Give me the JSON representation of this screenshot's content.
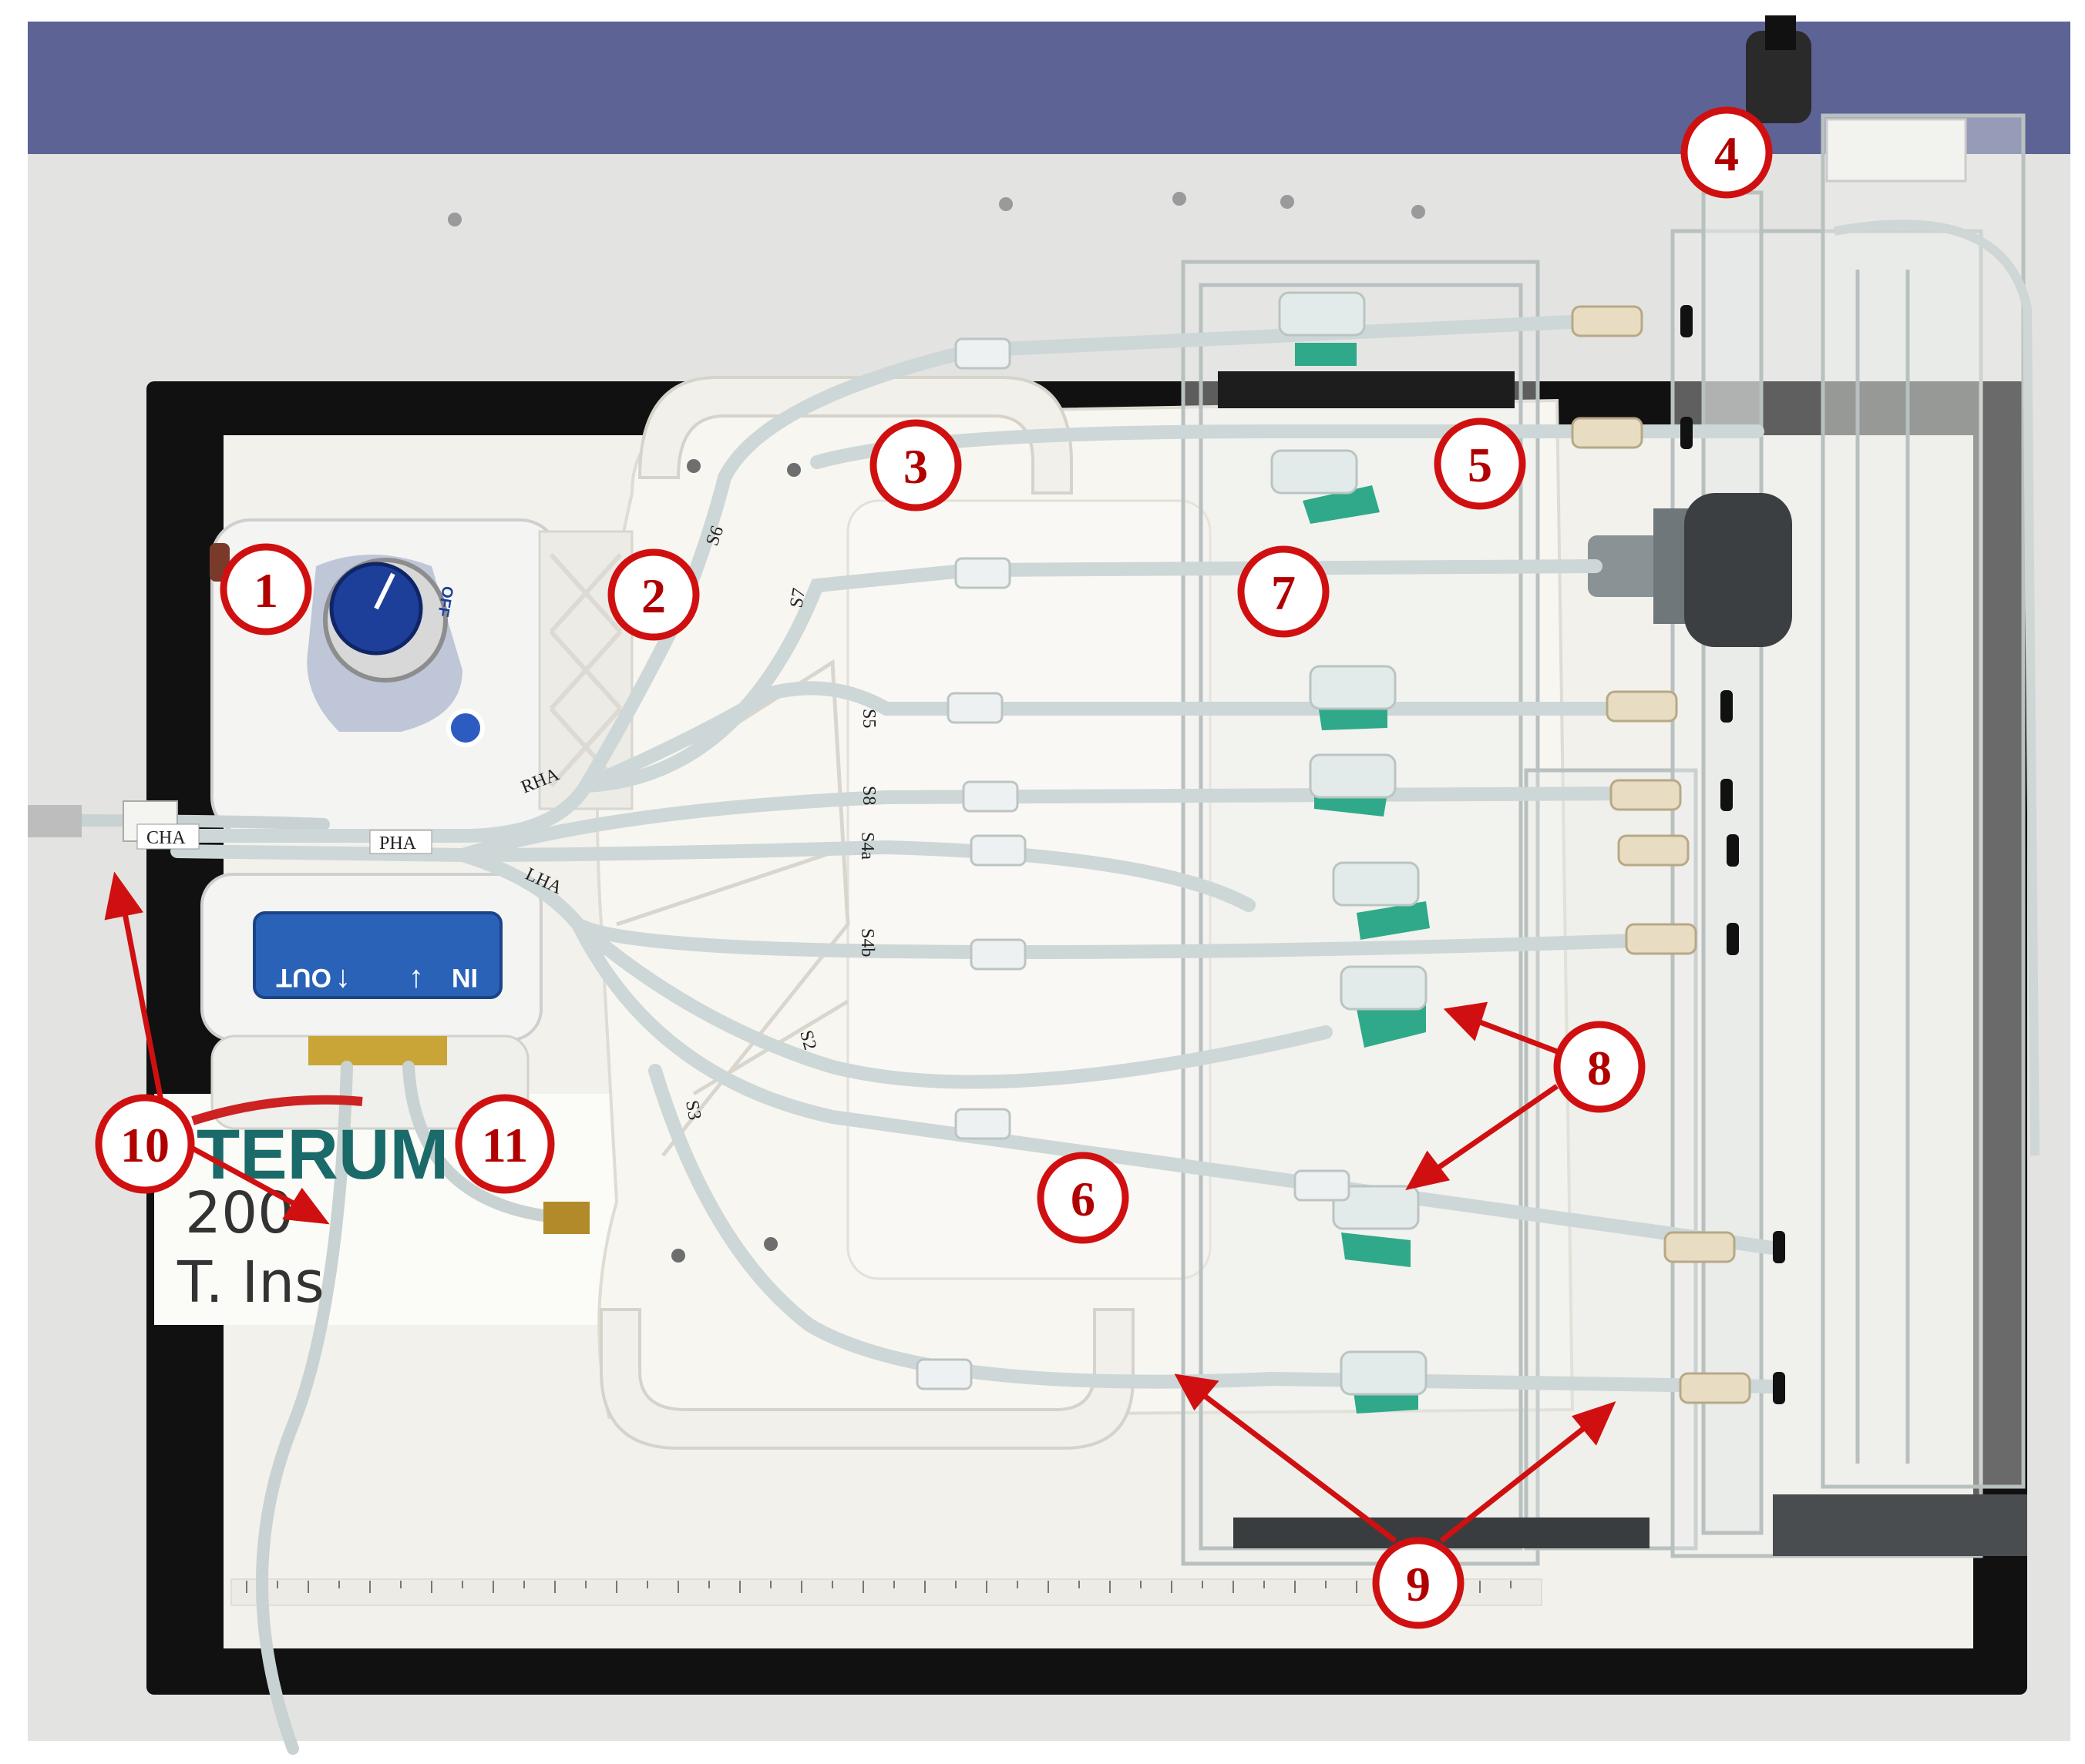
{
  "callouts": [
    {
      "id": "1",
      "label": "1"
    },
    {
      "id": "2",
      "label": "2"
    },
    {
      "id": "3",
      "label": "3"
    },
    {
      "id": "4",
      "label": "4"
    },
    {
      "id": "5",
      "label": "5"
    },
    {
      "id": "6",
      "label": "6"
    },
    {
      "id": "7",
      "label": "7"
    },
    {
      "id": "8",
      "label": "8"
    },
    {
      "id": "9",
      "label": "9"
    },
    {
      "id": "10",
      "label": "10"
    },
    {
      "id": "11",
      "label": "11"
    }
  ],
  "tube_labels": {
    "cha": "CHA",
    "pha": "PHA",
    "rha": "RHA",
    "lha": "LHA",
    "s6": "S6",
    "s7": "S7",
    "s5": "S5",
    "s8": "S8",
    "s4a": "S4a",
    "s4b": "S4b",
    "s2": "S2",
    "s3": "S3"
  },
  "pump": {
    "off_label": "OFF",
    "out_label": "OUT",
    "in_label": "IN"
  },
  "logo": {
    "text": "TERUM"
  },
  "handwriting": {
    "line1": "200",
    "line2": "T. Ins"
  },
  "colors": {
    "wall": "#5d6394",
    "table": "#e3e3e1",
    "board": "#111111",
    "base": "#f2f1ec",
    "callout": "#d01010",
    "valve": "#2fa98a",
    "pump_panel": "#2a62b8"
  }
}
